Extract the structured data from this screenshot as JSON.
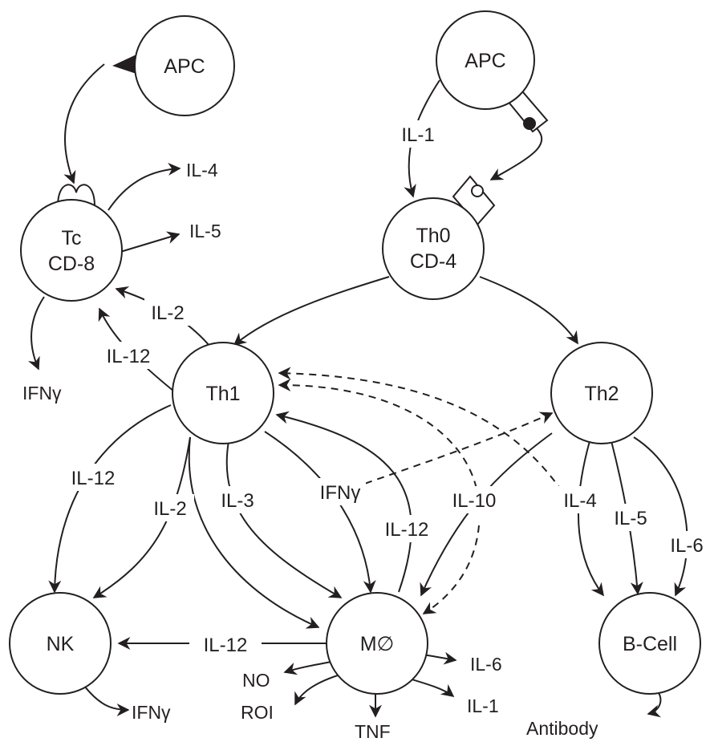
{
  "nodes": {
    "apc_left": "APC",
    "apc_right": "APC",
    "tc": [
      "Tc",
      "CD-8"
    ],
    "th0": [
      "Th0",
      "CD-4"
    ],
    "th1": "Th1",
    "th2": "Th2",
    "nk": "NK",
    "macrophage": "M∅",
    "bcell": "B-Cell"
  },
  "edge_labels": {
    "apc_th0": "IL-1",
    "th1_tc_il2": "IL-2",
    "th1_tc_il12": "IL-12",
    "th1_nk": "IL-12",
    "th1_mac_il2": "IL-2",
    "th1_mac_il3": "IL-3",
    "th1_mac_ifng": "IFNγ",
    "mac_th1": "IL-12",
    "th2_mac": "IL-10",
    "th2_b_il4": "IL-4",
    "th2_b_il5": "IL-5",
    "th2_b_il6": "IL-6",
    "mac_nk": "IL-12"
  },
  "outputs": {
    "tc_il4": "IL-4",
    "tc_il5": "IL-5",
    "tc_ifng": "IFNγ",
    "nk_ifng": "IFNγ",
    "mac_no": "NO",
    "mac_roi": "ROI",
    "mac_tnf": "TNF",
    "mac_il1": "IL-1",
    "mac_il6": "IL-6",
    "bcell_antibody": "Antibody"
  }
}
